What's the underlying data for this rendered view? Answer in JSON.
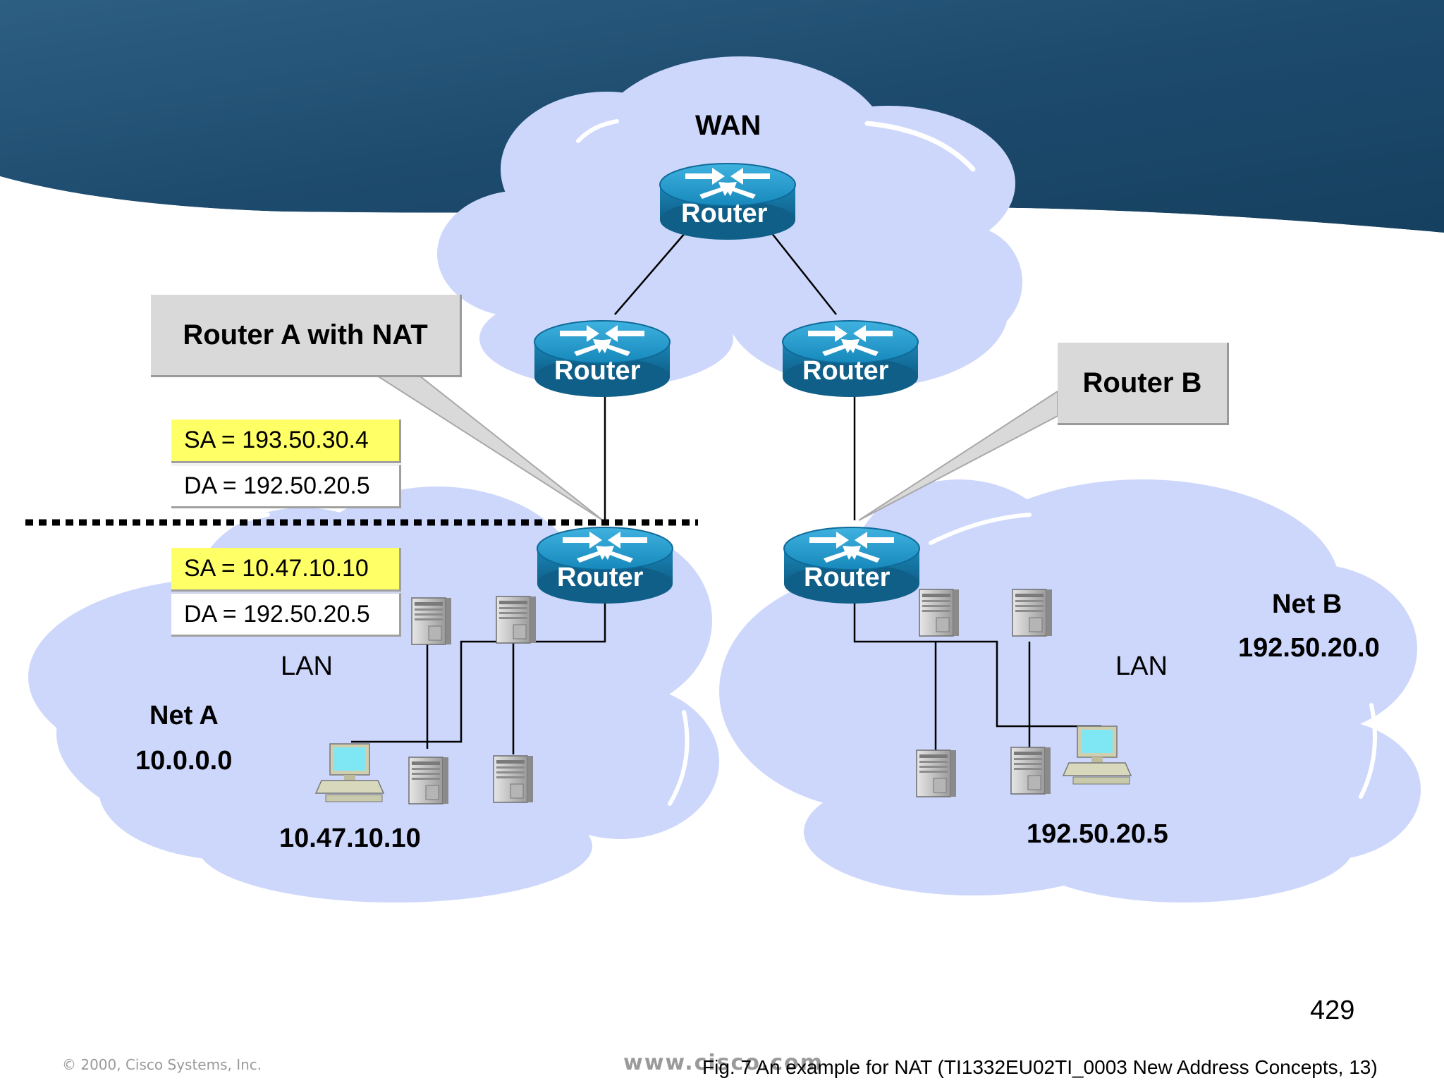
{
  "wan": {
    "label": "WAN"
  },
  "router_label": "Router",
  "callout_a": "Router A with NAT",
  "callout_b": "Router B",
  "outside_packet": {
    "sa": "SA = 193.50.30.4",
    "da": "DA = 192.50.20.5"
  },
  "inside_packet": {
    "sa": "SA = 10.47.10.10",
    "da": "DA = 192.50.20.5"
  },
  "net_a": {
    "title": "Net A",
    "address": "10.0.0.0",
    "lan": "LAN",
    "host_ip": "10.47.10.10"
  },
  "net_b": {
    "title": "Net B",
    "address": "192.50.20.0",
    "lan": "LAN",
    "host_ip": "192.50.20.5"
  },
  "slide_number": "429",
  "copyright": "© 2000, Cisco Systems, Inc.",
  "website": "www.cisco.com",
  "caption": "Fig. 7 An example for NAT (TI1332EU02TI_0003 New Address Concepts, 13)",
  "colors": {
    "cloud": "#ccd7fb",
    "router": "#1a8fc0",
    "banner": "#1f4e74",
    "callout": "#d9d9d9",
    "packet_highlight": "#ffff66"
  }
}
